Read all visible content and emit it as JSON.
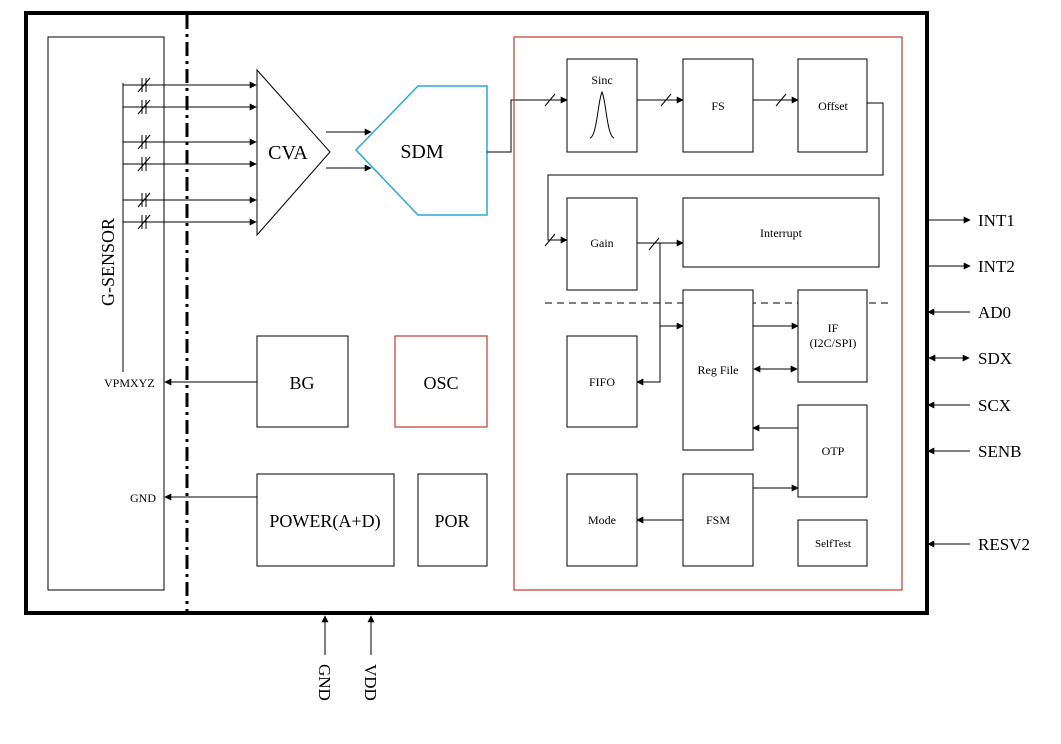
{
  "colors": {
    "digital_border": "#c0392b",
    "osc_border": "#c0392b",
    "sdm_border": "#2aa7d6",
    "line": "#000000"
  },
  "sensor": {
    "label": "G-SENSOR",
    "vpm_label": "VPMXYZ",
    "gnd_label": "GND"
  },
  "analog": {
    "cva": "CVA",
    "sdm": "SDM",
    "bg": "BG",
    "osc": "OSC",
    "power": "POWER(A+D)",
    "por": "POR"
  },
  "digital": {
    "sinc": "Sinc",
    "fs": "FS",
    "offset": "Offset",
    "gain": "Gain",
    "interrupt": "Interrupt",
    "fifo": "FIFO",
    "reg_file": "Reg File",
    "if_line1": "IF",
    "if_line2": "(I2C/SPI)",
    "otp": "OTP",
    "mode": "Mode",
    "fsm": "FSM",
    "selftest": "SelfTest"
  },
  "pins_right": [
    "INT1",
    "INT2",
    "AD0",
    "SDX",
    "SCX",
    "SENB",
    "RESV2"
  ],
  "pins_bottom": [
    "GND",
    "VDD"
  ]
}
